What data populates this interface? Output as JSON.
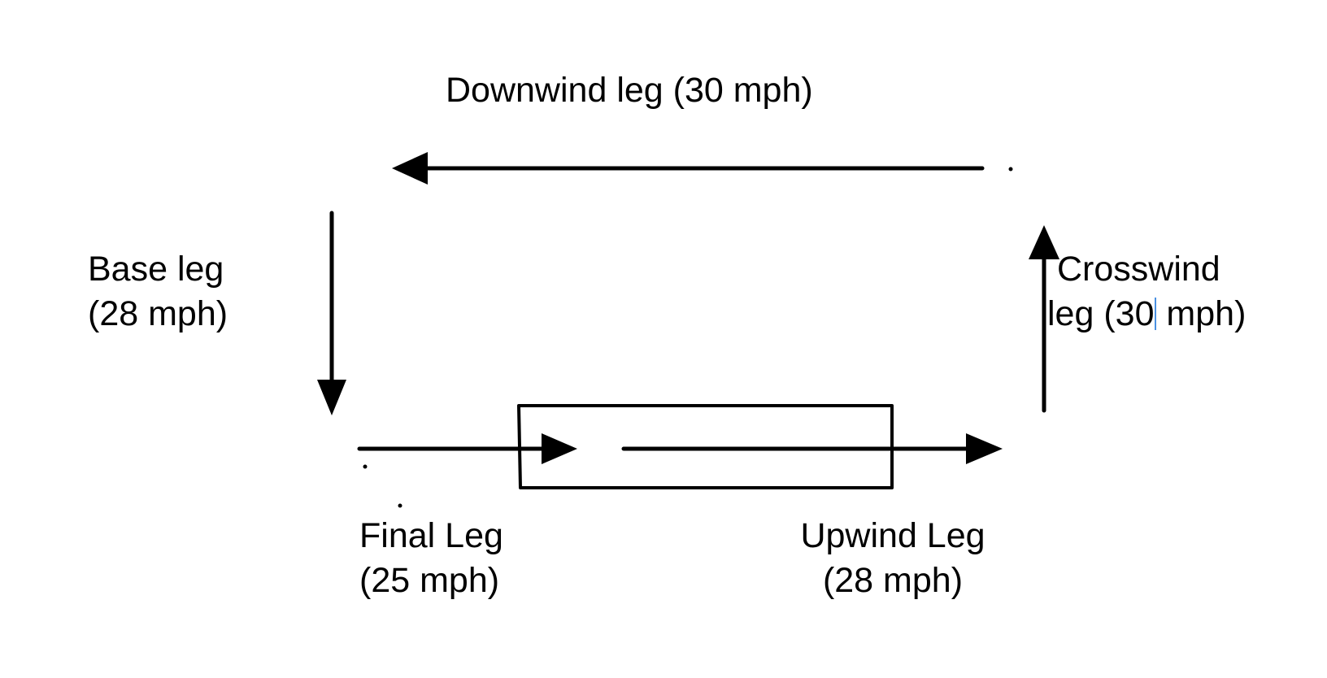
{
  "diagram": {
    "labels": {
      "downwind": "Downwind leg (30 mph)",
      "base_line1": "Base leg",
      "base_line2": "(28 mph)",
      "crosswind_line1": "Crosswind",
      "crosswind_line2_pre": "leg (30",
      "crosswind_line2_post": " mph)",
      "final_line1": "Final Leg",
      "final_line2": "(25 mph)",
      "upwind_line1": "Upwind Leg",
      "upwind_line2": "(28 mph)"
    },
    "colors": {
      "ink": "#000000",
      "background": "#ffffff",
      "text_cursor": "#4a90e2"
    }
  }
}
